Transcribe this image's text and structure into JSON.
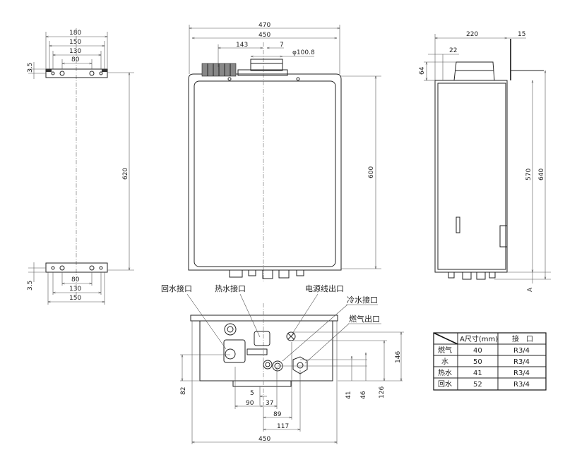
{
  "bracket_view": {
    "dims_top": [
      "180",
      "150",
      "130",
      "80"
    ],
    "dim_height": "3.5",
    "dim_span": "620",
    "dims_bottom": [
      "80",
      "130",
      "150"
    ],
    "dim_height_bottom": "3.5"
  },
  "front_view": {
    "dim_total_width": "470",
    "dim_body_width": "450",
    "dim_flue_offset": "143",
    "dim_flue_small": "7",
    "dim_flue_diameter": "φ100.8",
    "dim_height": "600"
  },
  "side_view": {
    "dim_depth": "220",
    "dim_rear": "15",
    "dim_flue_x": "22",
    "dim_flue_h": "64",
    "dim_h1": "570",
    "dim_h2": "640",
    "dim_a": "A"
  },
  "bottom_view": {
    "labels": {
      "return_water": "回水接口",
      "hot_water": "热水接口",
      "power_cable": "电源线出口",
      "cold_water": "冷水接口",
      "gas": "燃气出口"
    },
    "dims": {
      "d82": "82",
      "d5": "5",
      "d90": "90",
      "d37": "37",
      "d89": "89",
      "d117": "117",
      "d450": "450",
      "d41": "41",
      "d46": "46",
      "d126": "126",
      "d146": "146"
    }
  },
  "spec_table": {
    "headers": [
      "A尺寸(mm)",
      "接　口"
    ],
    "rows": [
      {
        "name": "燃气",
        "a": "40",
        "port": "R3/4"
      },
      {
        "name": "水",
        "a": "50",
        "port": "R3/4"
      },
      {
        "name": "热水",
        "a": "41",
        "port": "R3/4"
      },
      {
        "name": "回水",
        "a": "52",
        "port": "R3/4"
      }
    ]
  }
}
